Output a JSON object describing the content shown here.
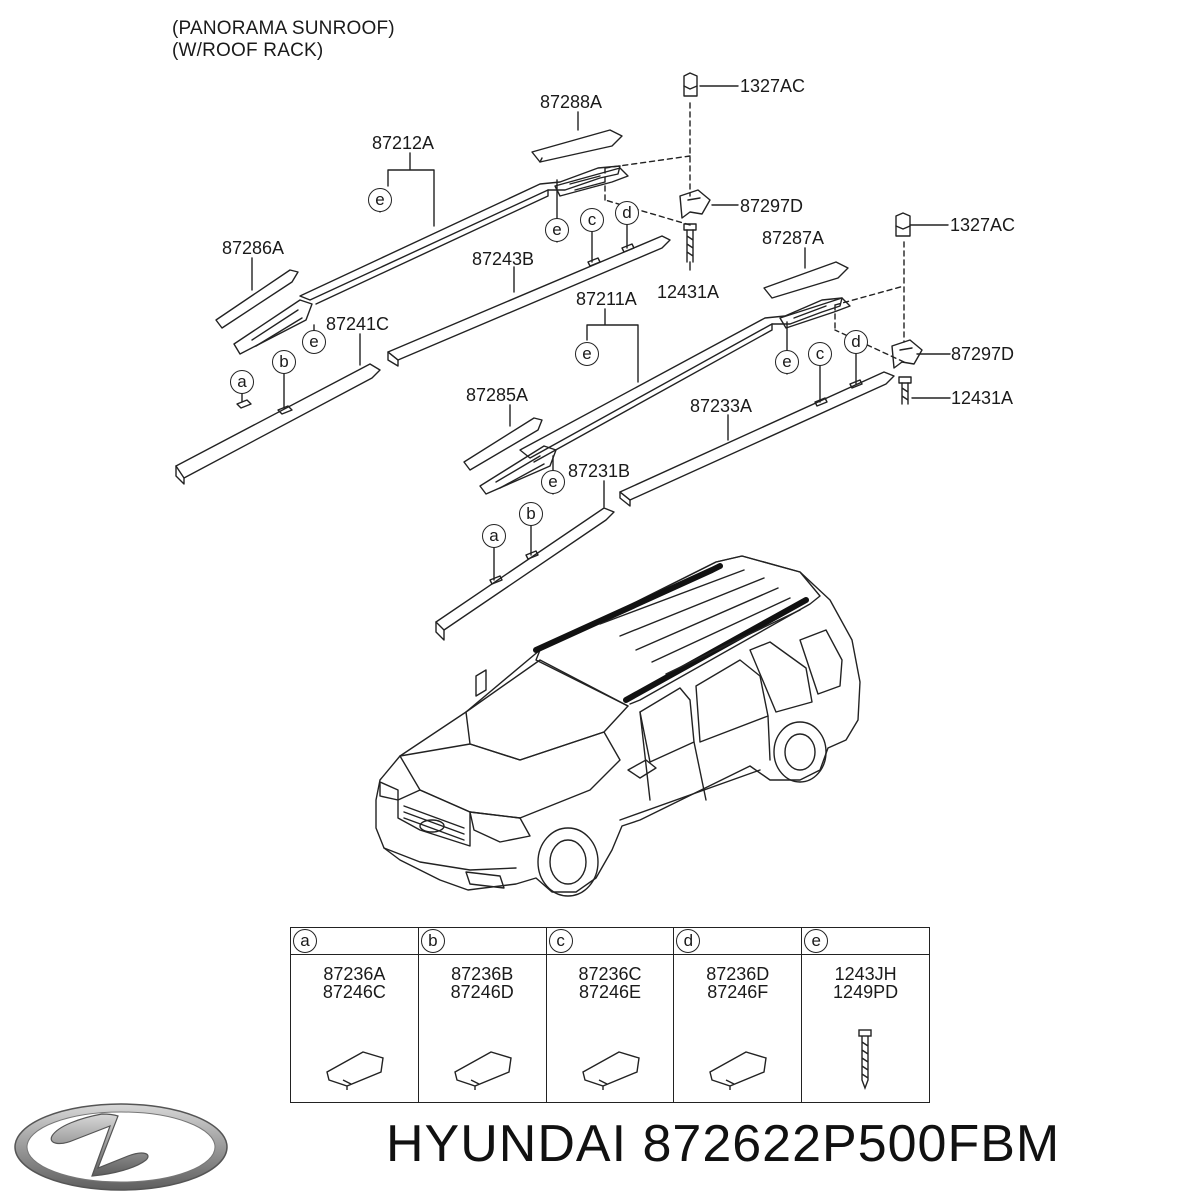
{
  "header": {
    "line1": "(PANORAMA SUNROOF)",
    "line2": "(W/ROOF RACK)"
  },
  "labels": {
    "l1327AC_top": "1327AC",
    "l87288A": "87288A",
    "l87212A": "87212A",
    "l87297D_top": "87297D",
    "l1327AC_mid": "1327AC",
    "l87286A": "87286A",
    "l87243B": "87243B",
    "l87287A": "87287A",
    "l12431A_top": "12431A",
    "l87211A": "87211A",
    "l87241C": "87241C",
    "l87297D_mid": "87297D",
    "l87285A": "87285A",
    "l87233A": "87233A",
    "l12431A_mid": "12431A",
    "l87231B": "87231B"
  },
  "callouts": {
    "a": "a",
    "b": "b",
    "c": "c",
    "d": "d",
    "e": "e"
  },
  "legend": [
    {
      "key": "a",
      "line1": "87236A",
      "line2": "87246C"
    },
    {
      "key": "b",
      "line1": "87236B",
      "line2": "87246D"
    },
    {
      "key": "c",
      "line1": "87236C",
      "line2": "87246E"
    },
    {
      "key": "d",
      "line1": "87236D",
      "line2": "87246F"
    },
    {
      "key": "e",
      "line1": "1243JH",
      "line2": "1249PD"
    }
  ],
  "footer": {
    "brand": "HYUNDAI",
    "part_number": "872622P500FBM"
  },
  "logo": {
    "icon": "hyundai-logo-icon"
  },
  "colors": {
    "ink": "#1a1a1a",
    "background": "#ffffff"
  }
}
